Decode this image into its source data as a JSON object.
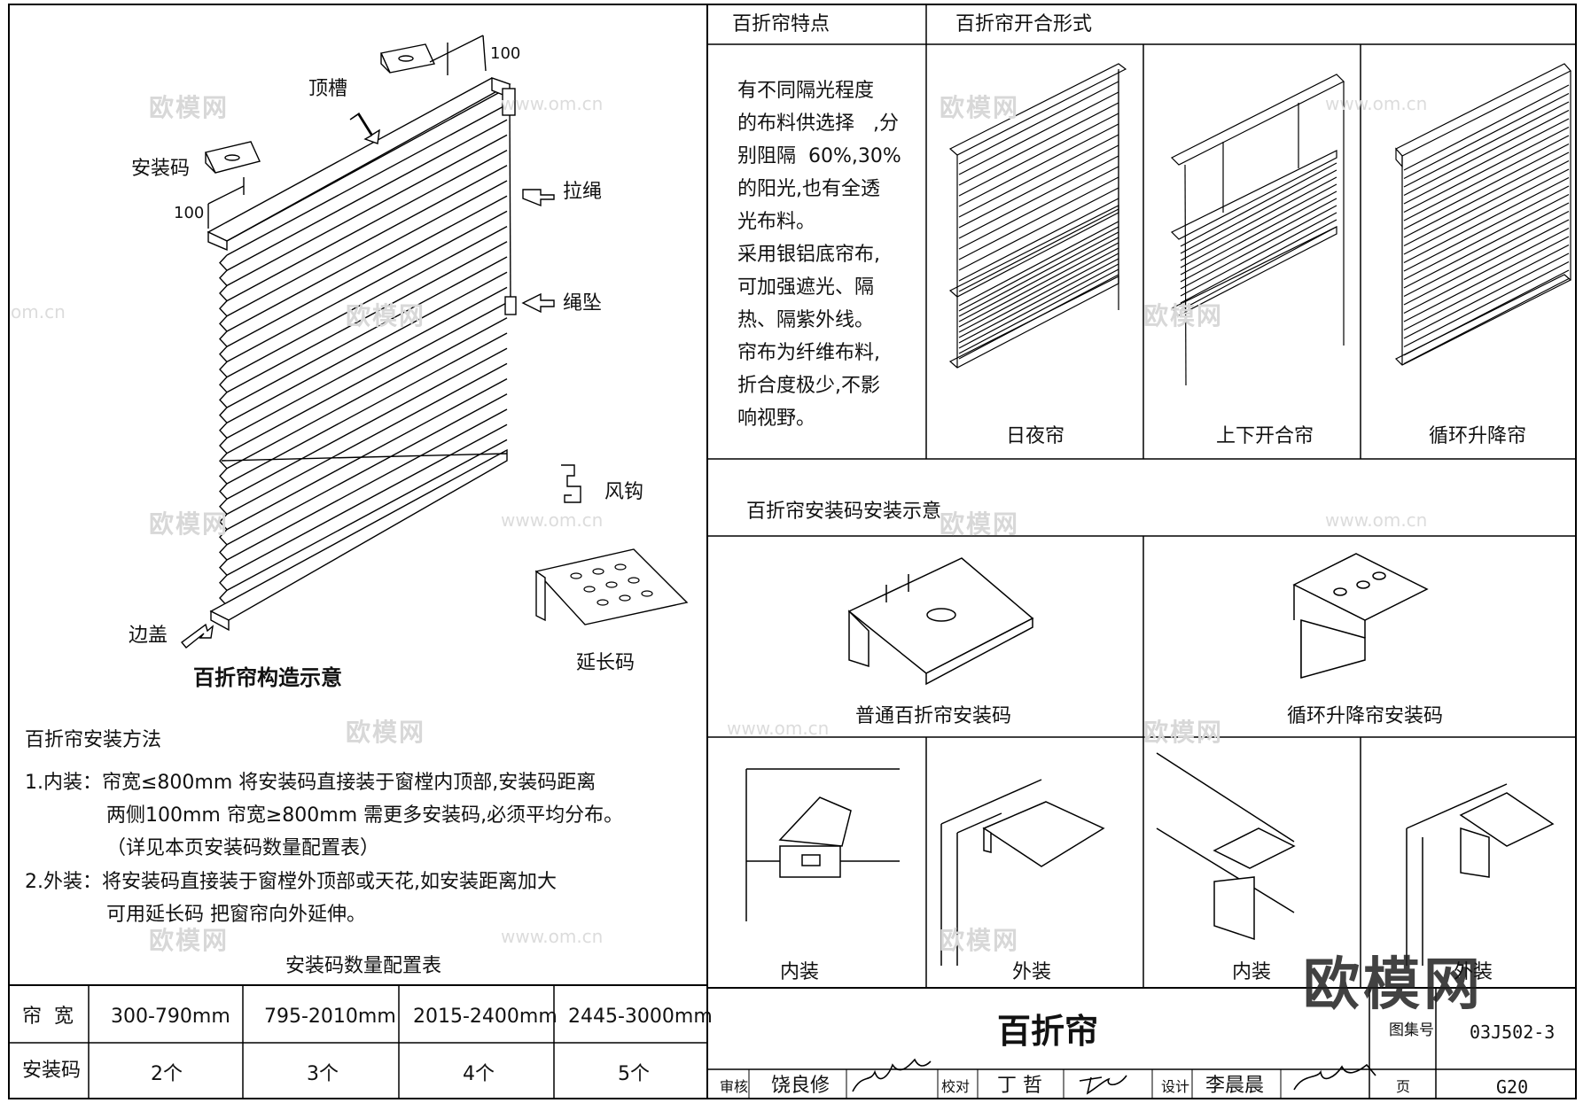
{
  "left": {
    "diagram_title": "百折帘构造示意",
    "labels": {
      "top_rail": "顶槽",
      "mount_clip": "安装码",
      "pull_cord": "拉绳",
      "cord_weight": "绳坠",
      "wind_hook": "风钩",
      "extension_clip": "延长码",
      "end_cap": "边盖",
      "dim_top": "100",
      "dim_left": "100"
    },
    "method_title": "百折帘安装方法",
    "method_lines": [
      "1.内装：帘宽≤800mm 将安装码直接装于窗樘内顶部,安装码距离",
      "两侧100mm 帘宽≥800mm 需更多安装码,必须平均分布。",
      "（详见本页安装码数量配置表）",
      "2.外装：将安装码直接装于窗樘外顶部或天花,如安装距离加大",
      "可用延长码 把窗帘向外延伸。"
    ],
    "table_title": "安装码数量配置表",
    "table": {
      "row1_header": "帘  宽",
      "row2_header": "安装码",
      "widths": [
        "300-790mm",
        "795-2010mm",
        "2015-2400mm",
        "2445-3000mm"
      ],
      "counts": [
        "2个",
        "3个",
        "4个",
        "5个"
      ]
    }
  },
  "right": {
    "features_header": "百折帘特点",
    "forms_header": "百折帘开合形式",
    "features_lines": [
      "有不同隔光程度",
      "的布料供选择   ,分",
      "别阻隔  60%,30%",
      "的阳光,也有全透",
      "光布料。",
      "采用银铝底帘布,",
      "可加强遮光、隔",
      "热、隔紫外线。",
      "帘布为纤维布料,",
      "折合度极少,不影",
      "响视野。"
    ],
    "forms": [
      "日夜帘",
      "上下开合帘",
      "循环升降帘"
    ],
    "install_header": "百折帘安装码安装示意",
    "clips": [
      "普通百折帘安装码",
      "循环升降帘安装码"
    ],
    "mounts": [
      "内装",
      "外装",
      "内装",
      "外装"
    ]
  },
  "title_block": {
    "title": "百折帘",
    "atlas_label": "图集号",
    "atlas_no": "03J502-3",
    "review_label": "审核",
    "reviewer": "饶良修",
    "reviewer_sig": "饶良修",
    "check_label": "校对",
    "checker": "丁 哲",
    "checker_sig": "丁哲",
    "design_label": "设计",
    "designer": "李晨晨",
    "designer_sig": "李晨晨",
    "page_label": "页",
    "page_no": "G20"
  },
  "watermark": {
    "brand": "欧模网",
    "url": "www.om.cn",
    "url_short": "om.cn"
  }
}
